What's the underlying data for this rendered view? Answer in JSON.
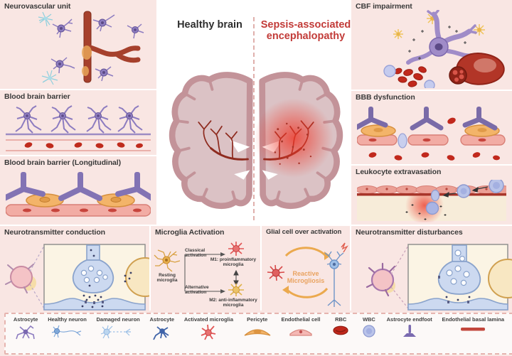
{
  "figure": {
    "name": "Sepsis-associated encephalopathy mechanisms diagram"
  },
  "colors": {
    "panel_pink": "#f9e6e3",
    "healthy_title_text": "#2e2e2e",
    "sae_title_red": "#c23b38",
    "vessel_dark_red": "#8e2b1f",
    "brain_cortex": "#c39399",
    "brain_fill": "#dbc2c5",
    "neuron_purple": "#8d7cc0",
    "astrocyte_light_blue": "#8fcfdd",
    "microglia_resting_yellow": "#e2a84a",
    "microglia_activated_red": "#e25555",
    "pericyte_orange": "#f3b469",
    "endothelial_pink": "#f2aca4",
    "rbc_red": "#c1281c",
    "wbc_lavender": "#bac4ea",
    "endfoot_purple": "#7a6ab0",
    "reactive_text_orange": "#e9a360"
  },
  "center": {
    "healthy_label": "Healthy brain",
    "sae_label": "Sepsis-associated encephalopathy"
  },
  "panels": {
    "neurovascular_unit": {
      "title": "Neurovascular unit"
    },
    "blood_brain_barrier": {
      "title": "Blood brain barrier"
    },
    "blood_brain_barrier_longitudinal": {
      "title": "Blood brain barrier (Longitudinal)"
    },
    "cbf_impairment": {
      "title": "CBF impairment"
    },
    "bbb_dysfunction": {
      "title": "BBB dysfunction"
    },
    "leukocyte_extravasation": {
      "title": "Leukocyte extravasation"
    },
    "neurotransmitter_conduction": {
      "title": "Neurotransmitter conduction"
    },
    "microglia_activation": {
      "title": "Microglia Activation",
      "resting_label": "Resting microglia",
      "classical_label": "Classical activation",
      "alternative_label": "Alternative activation",
      "m1_label": "M1: proinflammatory microglia",
      "m2_label": "M2: anti-inflammatory microglia"
    },
    "glial_over_activation": {
      "title": "Glial cell over activation",
      "cycle_label": "Reactive Microgliosis"
    },
    "neurotransmitter_disturbances": {
      "title": "Neurotransmitter disturbances"
    }
  },
  "legend": {
    "items": [
      {
        "label": "Astrocyte",
        "icon": "astrocyte-purple-icon"
      },
      {
        "label": "Healthy neuron",
        "icon": "healthy-neuron-icon"
      },
      {
        "label": "Damaged neuron",
        "icon": "damaged-neuron-icon"
      },
      {
        "label": "Astrocyte",
        "icon": "astrocyte-blue-icon"
      },
      {
        "label": "Activated microglia",
        "icon": "activated-microglia-icon"
      },
      {
        "label": "Pericyte",
        "icon": "pericyte-icon"
      },
      {
        "label": "Endothelial cell",
        "icon": "endothelial-cell-icon"
      },
      {
        "label": "RBC",
        "icon": "rbc-icon"
      },
      {
        "label": "WBC",
        "icon": "wbc-icon"
      },
      {
        "label": "Astrocyte endfoot",
        "icon": "astrocyte-endfoot-icon"
      },
      {
        "label": "Endothelial basal lamina",
        "icon": "endothelial-basal-lamina-icon"
      }
    ]
  }
}
